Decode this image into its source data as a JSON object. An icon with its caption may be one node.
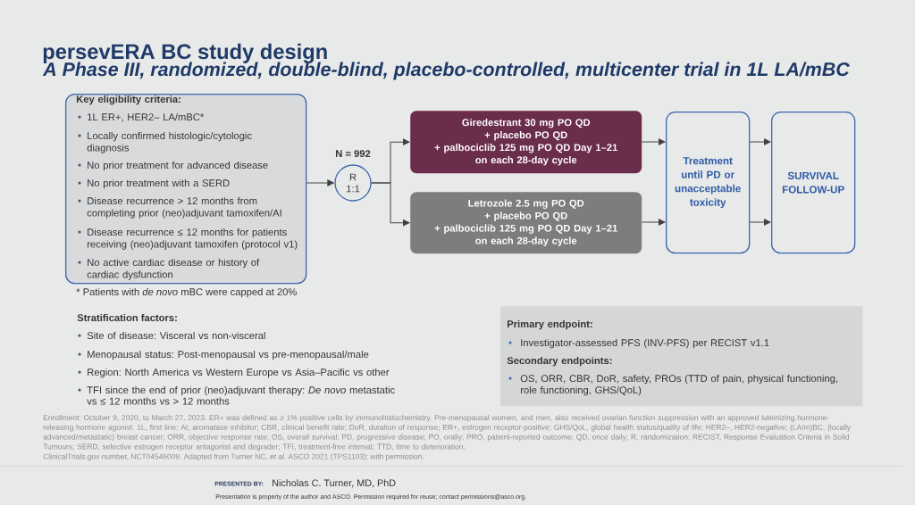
{
  "diagram": {
    "title": "persevERA BC study design",
    "nodes": [
      {
        "text": [
          "Key eligibility criteria:",
          "1L ER+, HER2– LA/mBC*",
          "Locally confirmed histologic/cytologic diagnosis",
          "No prior treatment for advanced disease",
          "No prior treatment with a SERD",
          "Disease recurrence > 12 months from completing prior (neo)adjuvant tamoxifen/AI",
          "Disease recurrence ≤ 12 months for patients receiving (neo)adjuvant tamoxifen (protocol v1)",
          "No active cardiac disease or history of cardiac dysfunction"
        ],
        "beside": [
          "* Patients with *de novo* mBC were capped at 20%"
        ]
      },
      {
        "text": [
          "R 1:1"
        ],
        "beside": [
          "N = 992"
        ]
      },
      {
        "text": [
          "Giredestrant 30 mg PO QD",
          "+ placebo PO QD",
          "+ palbociclib 125 mg PO QD Day 1–21",
          "on each 28-day cycle"
        ]
      },
      {
        "text": [
          "Letrozole 2.5 mg PO QD",
          "+ placebo PO QD",
          "+ palbociclib 125 mg PO QD Day 1–21",
          "on each 28-day cycle"
        ]
      },
      {
        "text": [
          "Treatment until PD or unacceptable toxicity"
        ]
      },
      {
        "text": [
          "SURVIVAL FOLLOW-UP"
        ]
      },
      {
        "text": [
          "Primary endpoint:",
          "Investigator-assessed PFS (INV-PFS) per RECIST v1.1",
          "Secondary endpoints:",
          "OS, ORR, CBR, DoR, safety, PROs (TTD of pain, physical functioning, role functioning, GHS/QoL)"
        ]
      }
    ],
    "edges": [
      {
        "from": 0,
        "to": 1,
        "arrow": "to"
      },
      {
        "from": 1,
        "to": 2,
        "arrow": "to"
      },
      {
        "from": 1,
        "to": 3,
        "arrow": "to"
      },
      {
        "from": 2,
        "to": 4,
        "arrow": "to"
      },
      {
        "from": 3,
        "to": 4,
        "arrow": "to"
      },
      {
        "from": 4,
        "to": 5,
        "arrow": "to"
      },
      {
        "from": 4,
        "to": 5,
        "arrow": "to"
      }
    ],
    "labels": [
      "A Phase III, randomized, double-blind, placebo-controlled, multicenter trial in 1L LA/mBC",
      "Stratification factors:",
      "Site of disease: Visceral vs non-visceral",
      "Menopausal status: Post-menopausal vs pre-menopausal/male",
      "Region: North America vs Western Europe vs Asia–Pacific vs other",
      "TFI since the end of prior (neo)adjuvant therapy: *De novo* metastatic vs ≤ 12 months vs > 12 months",
      "Enrollment: October 9, 2020, to March 27, 2023. ER+ was defined as ≥ 1% positive cells by immunohistochemistry. Pre-menopausal women, and men, also received ovarian function suppression with an approved luteinizing hormone-releasing hormone agonist. 1L, first line; AI, aromatase inhibitor; CBR, clinical benefit rate; DoR, duration of response; ER+, estrogen receptor-positive; GHS/QoL, global health status/quality of life; HER2–, HER2-negative; (LA/m)BC, (locally advanced/metastatic) breast cancer; ORR, objective response rate; OS, overall survival; PD, progressive disease; PO, orally; PRO, patient-reported outcome; QD, once daily; R, randomization; RECIST, Response Evaluation Criteria in Solid Tumours; SERD, selective estrogen receptor antagonist and degrader; TFI, treatment-free interval; TTD, time to deterioration.",
      "ClinicalTrials.gov number, NCT04546009. Adapted from Turner NC, *et al*. ASCO 2021 (TPS1103); with permission.",
      "PRESENTED BY:",
      "Nicholas C. Turner, MD, PhD",
      "Presentation is property of the author and ASCO. Permission required for reuse; contact permissions@asco.org."
    ]
  }
}
